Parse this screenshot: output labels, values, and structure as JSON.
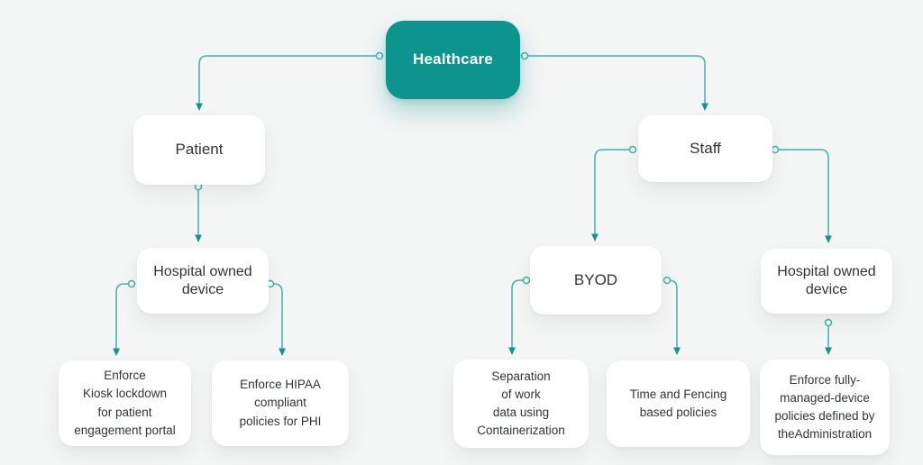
{
  "diagram": {
    "title": "Healthcare device policy decision tree",
    "colors": {
      "accent_teal": "#0E948E",
      "connector_teal": "#43B0AA",
      "arrowhead_teal": "#12948E",
      "background": "#F4F5F5",
      "node_background": "#FFFFFF",
      "text": "#313436"
    },
    "nodes": {
      "healthcare": {
        "label": "Healthcare"
      },
      "patient": {
        "label": "Patient"
      },
      "staff": {
        "label": "Staff"
      },
      "hospital_owned_patient": {
        "label": "Hospital owned\ndevice"
      },
      "byod": {
        "label": "BYOD"
      },
      "hospital_owned_staff": {
        "label": "Hospital owned\ndevice"
      },
      "kiosk_lockdown": {
        "label": "Enforce\nKiosk lockdown\nfor patient\nengagement portal"
      },
      "hipaa_policies": {
        "label": "Enforce HIPAA\ncompliant\npolicies for PHI"
      },
      "containerization": {
        "label": "Separation\nof work\ndata using\nContainerization"
      },
      "time_fencing": {
        "label": "Time and Fencing\nbased policies"
      },
      "fully_managed": {
        "label": "Enforce fully-\nmanaged-device\npolicies defined by\ntheAdministration"
      }
    },
    "edges": [
      {
        "from": "Healthcare",
        "to": "Patient"
      },
      {
        "from": "Healthcare",
        "to": "Staff"
      },
      {
        "from": "Patient",
        "to": "Hospital owned device"
      },
      {
        "from": "Hospital owned device (Patient)",
        "to": "Enforce Kiosk lockdown for patient engagement portal"
      },
      {
        "from": "Hospital owned device (Patient)",
        "to": "Enforce HIPAA compliant policies for PHI"
      },
      {
        "from": "Staff",
        "to": "BYOD"
      },
      {
        "from": "Staff",
        "to": "Hospital owned device"
      },
      {
        "from": "BYOD",
        "to": "Separation of work data using Containerization"
      },
      {
        "from": "BYOD",
        "to": "Time and Fencing based policies"
      },
      {
        "from": "Hospital owned device (Staff)",
        "to": "Enforce fully-managed-device policies defined by theAdministration"
      }
    ]
  }
}
